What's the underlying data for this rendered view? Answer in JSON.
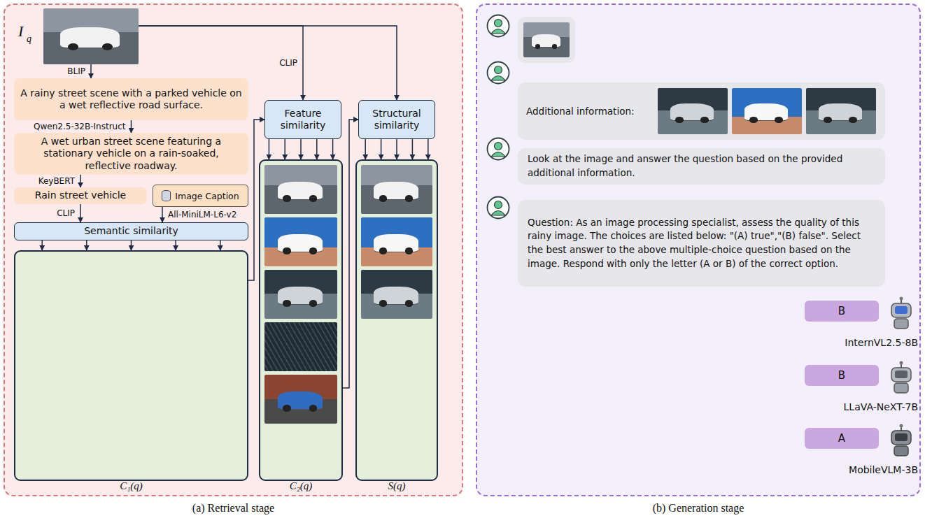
{
  "diagram": {
    "nodes": [
      {
        "text": [
          "(a) Retrieval stage"
        ]
      },
      {
        "text": [
          "I",
          "q"
        ],
        "in": 0
      },
      {
        "text": [
          "A rainy street scene with a parked vehicle on a wet reflective road surface."
        ],
        "in": 0
      },
      {
        "text": [
          "A wet urban street scene featuring a stationary vehicle on a rain-soaked, reflective roadway."
        ],
        "in": 0
      },
      {
        "text": [
          "Rain street vehicle"
        ],
        "in": 0
      },
      {
        "text": [
          "Image Caption"
        ],
        "in": 0
      },
      {
        "text": [
          "Semantic similarity"
        ],
        "in": 0
      },
      {
        "text": [
          "C₁(q)"
        ],
        "in": 0
      },
      {
        "text": [
          "Feature similarity"
        ],
        "in": 0
      },
      {
        "text": [
          "C₂(q)"
        ],
        "in": 0
      },
      {
        "text": [
          "Structural similarity"
        ],
        "in": 0
      },
      {
        "text": [
          "S(q)"
        ],
        "in": 0
      },
      {
        "text": [
          "(b) Generation stage"
        ]
      },
      {
        "text": [
          "Additional information:"
        ],
        "in": 12
      },
      {
        "text": [
          "Look at the image and answer the question based on the provided additional information."
        ],
        "in": 12
      },
      {
        "text": [
          "Question: As an image processing specialist, assess the quality of this rainy image. The choices are listed below: \"(A) true\",\"(B) false\". Select the best answer to the above multiple-choice question based on the image. Respond with only the letter (A or B) of the correct option."
        ],
        "in": 12
      },
      {
        "text": [
          "B"
        ],
        "in": 12
      },
      {
        "text": [
          "B"
        ],
        "in": 12
      },
      {
        "text": [
          "A"
        ],
        "in": 12
      }
    ],
    "edges": [
      {
        "from": 1,
        "to": 2,
        "label": "BLIP",
        "arrow": "to"
      },
      {
        "from": 2,
        "to": 3,
        "label": "Qwen2.5-32B-Instruct",
        "arrow": "to"
      },
      {
        "from": 3,
        "to": 4,
        "label": "KeyBERT",
        "arrow": "to"
      },
      {
        "from": 4,
        "to": 6,
        "label": "CLIP",
        "arrow": "to"
      },
      {
        "from": 5,
        "to": 6,
        "label": "All-MiniLM-L6-v2",
        "arrow": "to"
      },
      {
        "from": 6,
        "to": 7,
        "arrow": "to"
      },
      {
        "from": 7,
        "to": 8,
        "arrow": "to"
      },
      {
        "from": 1,
        "to": 8,
        "label": "CLIP",
        "arrow": "to"
      },
      {
        "from": 1,
        "to": 10,
        "arrow": "to"
      },
      {
        "from": 8,
        "to": 9,
        "arrow": "to"
      },
      {
        "from": 9,
        "to": 10,
        "arrow": "to"
      },
      {
        "from": 10,
        "to": 11,
        "arrow": "to"
      }
    ],
    "labels": [
      "InternVL2.5-8B",
      "LLaVA-NeXT-7B",
      "MobileVLM-3B"
    ]
  }
}
